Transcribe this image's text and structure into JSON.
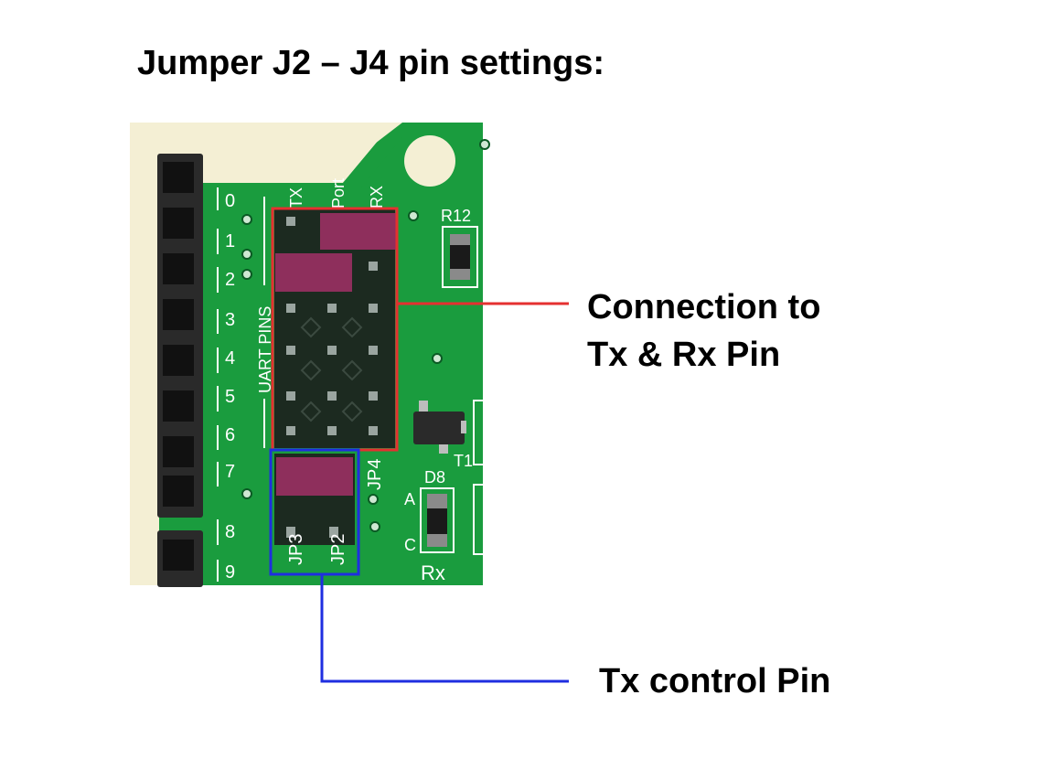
{
  "title": "Jumper J2 – J4 pin settings:",
  "callouts": {
    "rx_tx_line1": "Connection to",
    "rx_tx_line2": "Tx & Rx Pin",
    "tx_control": "Tx control Pin"
  },
  "silkscreen": {
    "pin_numbers": [
      "0",
      "1",
      "2",
      "3",
      "4",
      "5",
      "6",
      "7",
      "8",
      "9"
    ],
    "column_labels": [
      "TX",
      "Port",
      "RX"
    ],
    "uart_label": "UART PINS",
    "jp4": "JP4",
    "jp3": "JP3",
    "jp2": "JP2",
    "r12": "R12",
    "t1": "T1",
    "d8": "D8",
    "led_a": "A",
    "led_c": "C",
    "rx": "Rx"
  },
  "colors": {
    "pcb": "#1a9c3e",
    "jumper_cap": "#8e2f5c",
    "header_red_box": "#e53030",
    "tx_blue_box": "#1f2ee0"
  }
}
